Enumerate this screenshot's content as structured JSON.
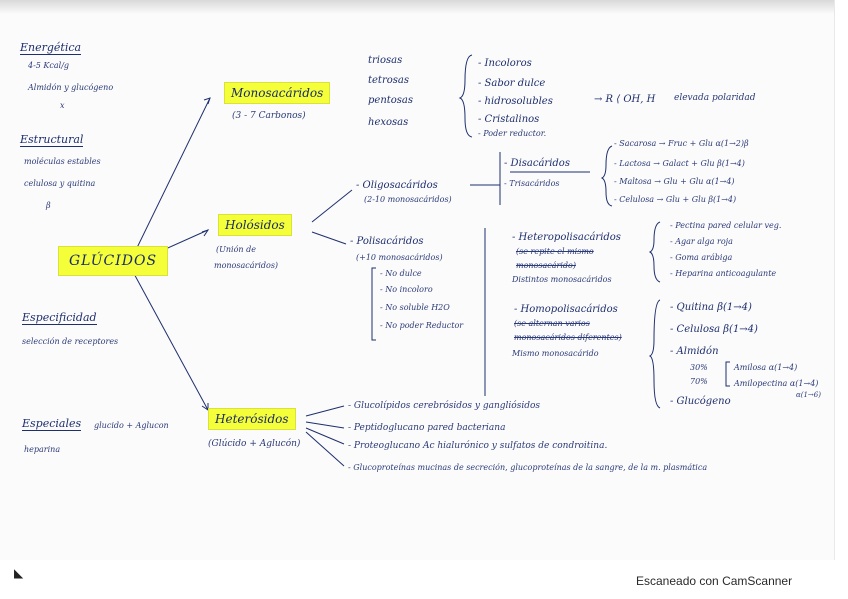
{
  "left": {
    "energetica": "Energética",
    "energetica_l1": "4-5 Kcal/g",
    "energetica_l2": "Almidón y glucógeno",
    "energetica_l3": "x",
    "estructural": "Estructural",
    "estructural_l1": "moléculas estables",
    "estructural_l2": "celulosa y quitina",
    "estructural_l3": "β",
    "glucidos": "GLÚCIDOS",
    "especificidad": "Especificidad",
    "especificidad_l1": "selección de receptores",
    "especiales": "Especiales",
    "especiales_l1": "glucido + Aglucon",
    "especiales_l2": "heparina"
  },
  "mono": {
    "box": "Monosacáridos",
    "sub": "(3 - 7 Carbonos)",
    "list": [
      "triosas",
      "tetrosas",
      "pentosas",
      "hexosas"
    ],
    "props": [
      "- Incoloros",
      "- Sabor dulce",
      "- hidrosolubles",
      "- Cristalinos",
      "- Poder reductor."
    ],
    "formula": "→ R ⟨ OH, H",
    "polar": "elevada polaridad"
  },
  "holo": {
    "box": "Holósidos",
    "sub1": "(Unión de",
    "sub2": "monosacáridos)",
    "oligo": "- Oligosacáridos",
    "oligo_sub": "(2-10 monosacáridos)",
    "di": "- Disacáridos",
    "tri": "- Trisacáridos",
    "disac": [
      "- Sacarosa → Fruc + Glu  α(1→2)β",
      "- Lactosa → Galact + Glu  β(1→4)",
      "- Maltosa → Glu + Glu  α(1→4)",
      "- Celulosa → Glu + Glu  β(1→4)"
    ],
    "poli": "- Polisacáridos",
    "poli_sub": "(+10 monosacáridos)",
    "poli_props": [
      "- No dulce",
      "- No incoloro",
      "- No soluble H2O",
      "- No poder Reductor"
    ],
    "hetero": "- Heteropolisacáridos",
    "hetero_strike1": "(se repite el mismo",
    "hetero_strike2": "monosacárido)",
    "hetero_sub": "Distintos monosacáridos",
    "hetero_items": [
      "- Pectina pared celular veg.",
      "- Agar alga roja",
      "- Goma arábiga",
      "- Heparina anticoagulante"
    ],
    "homo": "- Homopolisacáridos",
    "homo_strike1": "(se alternan varios",
    "homo_strike2": "monosacáridos diferentes)",
    "homo_sub": "Mismo monosacárido",
    "homo_items": [
      "- Quitina  β(1→4)",
      "- Celulosa  β(1→4)",
      "- Almidón",
      "- Glucógeno"
    ],
    "almidon_pct1": "30%",
    "almidon_pct2": "70%",
    "amilosa": "Amilosa α(1→4)",
    "amilopectina": "Amilopectina α(1→4)",
    "amilopectina2": "α(1→6)"
  },
  "hetero": {
    "box": "Heterósidos",
    "sub": "(Glúcido + Aglucón)",
    "items": [
      "- Glucolípidos cerebrósidos y gangliósidos",
      "- Peptidoglucano pared bacteriana",
      "- Proteoglucano Ac hialurónico y sulfatos de condroitina.",
      "- Glucoproteínas mucinas de secreción, glucoproteínas de la sangre, de la m. plasmática"
    ]
  },
  "footer": "Escaneado con CamScanner"
}
